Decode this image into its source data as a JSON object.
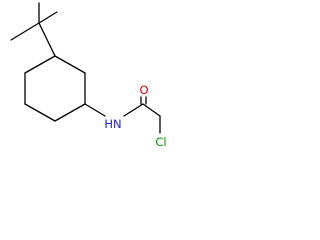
{
  "molecule": {
    "atoms": {
      "nitrogen": {
        "label": "HN",
        "color": "#1a1aff"
      },
      "oxygen": {
        "label": "O",
        "color": "#e00000"
      },
      "chlorine": {
        "label": "Cl",
        "color": "#009900"
      }
    },
    "colors": {
      "bond": "#000000",
      "background": "#ffffff"
    }
  }
}
